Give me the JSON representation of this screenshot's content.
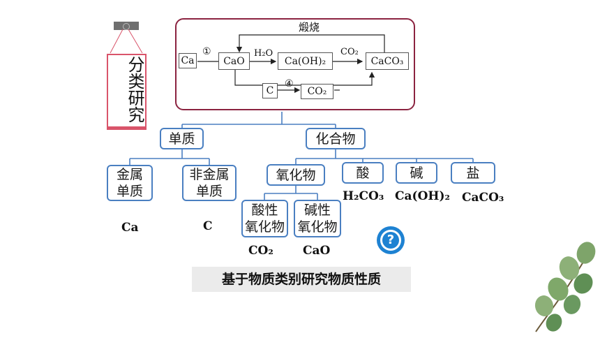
{
  "left_banner": {
    "text": "分类研究"
  },
  "reaction": {
    "top_label": "煅烧",
    "ca": "Ca",
    "step1": "①",
    "cao": "CaO",
    "h2o": "H₂O",
    "caoh2": "Ca(OH)₂",
    "co2_label": "CO₂",
    "caco3": "CaCO₃",
    "c": "C",
    "step4": "④",
    "co2_box": "CO₂"
  },
  "tree": {
    "simple": "单质",
    "compound": "化合物",
    "metal": "金属\n单质",
    "nonmetal": "非金属\n单质",
    "oxide": "氧化物",
    "acid": "酸",
    "base": "碱",
    "salt": "盐",
    "acidic_oxide": "酸性\n氧化物",
    "basic_oxide": "碱性\n氧化物"
  },
  "examples": {
    "ca": "Ca",
    "c": "C",
    "h2co3": "H₂CO₃",
    "caoh2": "Ca(OH)₂",
    "caco3": "CaCO₃",
    "co2": "CO₂",
    "cao": "CaO"
  },
  "question_icon": "?",
  "caption": "基于物质类别研究物质性质",
  "colors": {
    "node_border": "#4a7fc1",
    "frame_border": "#8b2340",
    "banner_border": "#d9546a",
    "caption_bg": "#ebebeb"
  }
}
